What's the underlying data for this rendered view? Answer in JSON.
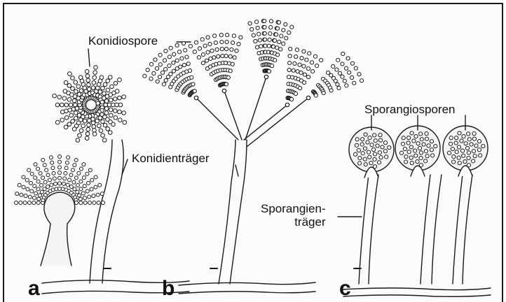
{
  "figure": {
    "panels": [
      {
        "letter": "a"
      },
      {
        "letter": "b"
      },
      {
        "letter": "c"
      }
    ],
    "labels": {
      "konidiospore": "Konidiospore",
      "konidientraeger": "Konidienträger",
      "sporangiosporen": "Sporangiosporen",
      "sporangientraeger_line1": "Sporangien-",
      "sporangientraeger_line2": "träger"
    },
    "colors": {
      "line": "#1a1a1a",
      "fill": "#f4f4f4",
      "background": "#fbfbfb"
    }
  }
}
